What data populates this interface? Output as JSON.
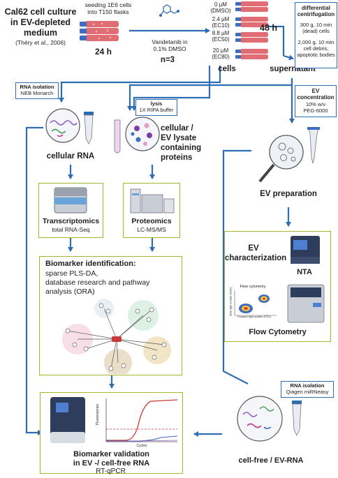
{
  "culture": {
    "title_line1": "Cal62 cell culture",
    "title_line2": "in EV-depleted",
    "title_line3": "medium",
    "citation": "(Théry et al., 2006)"
  },
  "seeding": {
    "line1": "seeding 1E6 cells",
    "line2": "into T150 flasks",
    "time": "24 h"
  },
  "treatment": {
    "line1": "Vandetanib in",
    "line2": "0.1% DMSO",
    "n": "n=3"
  },
  "doses": [
    {
      "conc": "0 µM",
      "label": "(DMSO)"
    },
    {
      "conc": "2.4 µM",
      "label": "(EC10)"
    },
    {
      "conc": "8.8 µM",
      "label": "(EC50)"
    },
    {
      "conc": "20 µM",
      "label": "(EC80)"
    }
  ],
  "incubation": "48 h",
  "cells_label": "cells",
  "supernatant_label": "supernatant",
  "centrifugation": {
    "title_line1": "differential",
    "title_line2": "centrifugation",
    "step1_line1": "300 g, 10 min",
    "step1_line2": "(dead) cells",
    "step2_line1": "2,000 g, 10 min",
    "step2_line2": "cell debris,",
    "step2_line3": "apoptotic bodies"
  },
  "rna_isolation_cells": {
    "title": "RNA isolation",
    "kit": "NEB Monarch"
  },
  "lysis": {
    "title": "lysis",
    "buffer": "1X RIPA buffer"
  },
  "ev_concentration": {
    "title_line1": "EV",
    "title_line2": "concentration",
    "detail_line1": "10% w/v",
    "detail_line2": "PEG-6000"
  },
  "cellular_rna_label": "cellular RNA",
  "lysate": {
    "line1": "cellular /",
    "line2": "EV lysate",
    "line3": "containing",
    "line4": "proteins"
  },
  "ev_preparation_label": "EV preparation",
  "transcriptomics": {
    "title": "Transcriptomics",
    "method": "total RNA-Seq"
  },
  "proteomics": {
    "title": "Proteomics",
    "method": "LC-MS/MS"
  },
  "ev_characterization": {
    "title_line1": "EV",
    "title_line2": "characterization",
    "nta": "NTA",
    "flow": "Flow Cytometry",
    "inset_title": "Flow cytometry",
    "inset_xlabel": "Forward light scatter (FSC)",
    "inset_ylabel": "Side light scatter (SSC)"
  },
  "biomarker": {
    "title": "Biomarker identification:",
    "line1": "sparse PLS-DA,",
    "line2": "database research and pathway",
    "line3": "analysis (ORA)"
  },
  "rna_isolation_ev": {
    "title": "RNA isolation",
    "kit": "Qiagen miRNeasy"
  },
  "cellfree_label": "cell-free / EV-RNA",
  "validation": {
    "line1": "Biomarker validation",
    "line2": "in EV -/ cell-free RNA",
    "method": "RT-qPCR",
    "ylabel": "Fluorescence",
    "xlabel": "Cycles"
  },
  "colors": {
    "arrow": "#2e6db4",
    "green_border": "#a9b62b",
    "flask": "#e06d73",
    "flask_blue": "#3f6cc0"
  }
}
